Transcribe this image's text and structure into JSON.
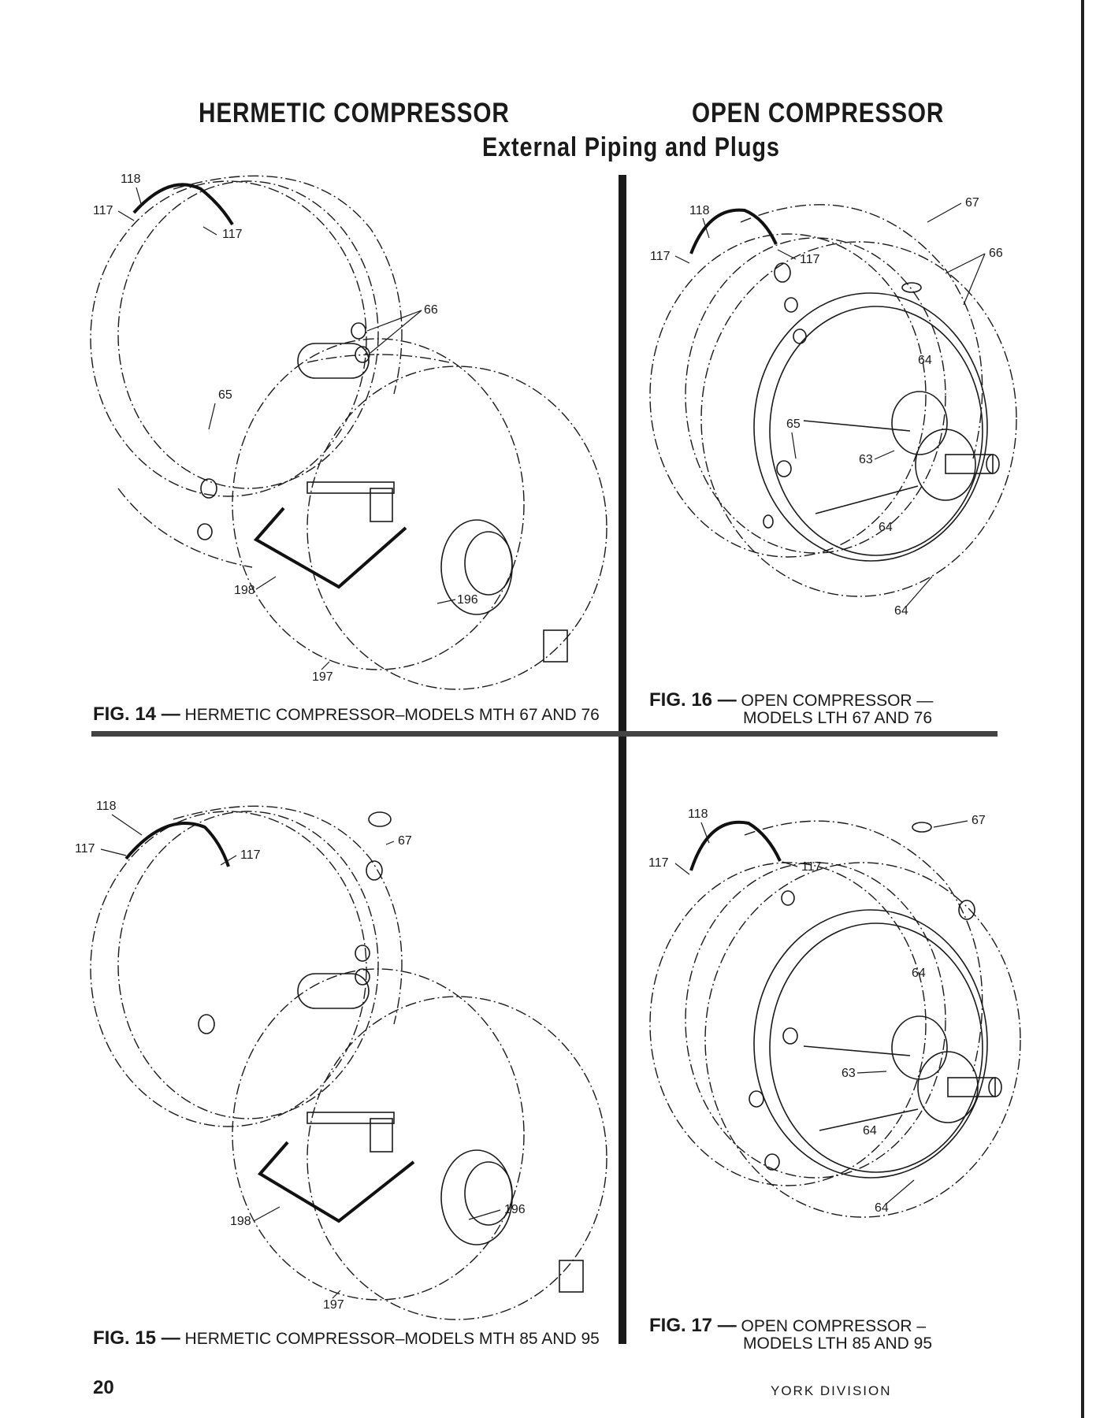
{
  "header": {
    "left_title": "HERMETIC COMPRESSOR",
    "right_title": "OPEN COMPRESSOR",
    "subtitle": "External Piping and Plugs"
  },
  "figures": {
    "fig14": {
      "number": "FIG. 14 —",
      "caption": "HERMETIC COMPRESSOR–MODELS MTH 67 AND 76",
      "callouts": {
        "a": "118",
        "b": "117",
        "c": "117",
        "d": "66",
        "e": "65",
        "f": "198",
        "g": "196",
        "h": "197"
      }
    },
    "fig15": {
      "number": "FIG. 15 —",
      "caption": "HERMETIC COMPRESSOR–MODELS MTH 85 AND 95",
      "callouts": {
        "a": "118",
        "b": "117",
        "c": "117",
        "d": "67",
        "f": "198",
        "g": "196",
        "h": "197"
      }
    },
    "fig16": {
      "number": "FIG. 16 —",
      "caption_line1": "OPEN COMPRESSOR —",
      "caption_line2": "MODELS LTH 67 AND 76",
      "callouts": {
        "a": "118",
        "b": "117",
        "c": "117",
        "d": "67",
        "e": "66",
        "f": "64",
        "g": "65",
        "h": "63",
        "i": "64",
        "j": "64"
      }
    },
    "fig17": {
      "number": "FIG. 17 —",
      "caption_line1": "OPEN COMPRESSOR –",
      "caption_line2": "MODELS LTH 85 AND 95",
      "callouts": {
        "a": "118",
        "b": "117",
        "c": "117",
        "d": "67",
        "f": "64",
        "h": "63",
        "i": "64",
        "j": "64"
      }
    }
  },
  "footer": {
    "page_number": "20",
    "division": "YORK DIVISION"
  }
}
